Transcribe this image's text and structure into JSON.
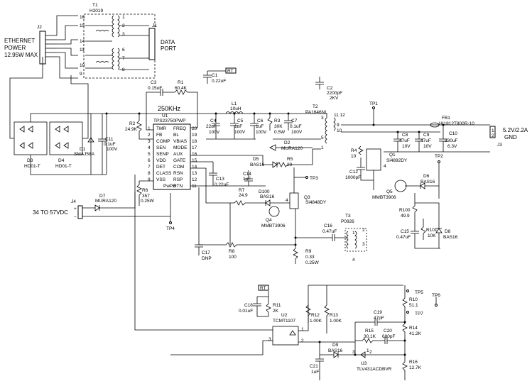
{
  "labels": {
    "ethernet_power": [
      "ETHERNET",
      "POWER",
      "12.95W MAX"
    ],
    "data_port": [
      "DATA",
      "PORT"
    ],
    "output": [
      "5.2V/2.2A",
      "GND"
    ],
    "input": "34 TO 57VDC"
  },
  "transformer_t1": {
    "ref": "T1",
    "part": "H2019",
    "pins_left": [
      "16",
      "15",
      "14",
      "11",
      "10",
      "9"
    ],
    "pins_right": [
      "1",
      "2",
      "3",
      "6",
      "7",
      "8"
    ]
  },
  "connectors": {
    "j1": "J1",
    "j2": "J2",
    "j3": "J3",
    "j4": "J4"
  },
  "controller": {
    "ref": "U1",
    "part": "TPS23750PWP",
    "pins_left": [
      [
        "1",
        "TMR"
      ],
      [
        "2",
        "FB"
      ],
      [
        "3",
        "COMP"
      ],
      [
        "4",
        "SEN"
      ],
      [
        "5",
        "SENP"
      ],
      [
        "6",
        "VDD"
      ],
      [
        "7",
        "DET"
      ],
      [
        "8",
        "CLASS"
      ],
      [
        "9",
        "VSS"
      ],
      [
        "",
        "PwPd"
      ]
    ],
    "pins_right": [
      [
        "20",
        "FREQ"
      ],
      [
        "19",
        "BL"
      ],
      [
        "18",
        "VBIAS"
      ],
      [
        "17",
        "MODE"
      ],
      [
        "16",
        "AUX"
      ],
      [
        "15",
        "GATE"
      ],
      [
        "14",
        "COM"
      ],
      [
        "13",
        "RSN"
      ],
      [
        "12",
        "RSP"
      ],
      [
        "11",
        "RTN"
      ]
    ]
  },
  "freq": "250KHz",
  "components": {
    "c3": [
      "C3",
      "0.15uF"
    ],
    "r1": [
      "R1",
      "60.4K"
    ],
    "c1": [
      "C1",
      "0.22uF"
    ],
    "c2": [
      "C2",
      "2200pF",
      "2KV"
    ],
    "l1": [
      "L1",
      "10uH"
    ],
    "t2": [
      "T2",
      "PA1646NL"
    ],
    "r2": [
      "R2",
      "24.9K"
    ],
    "c4": [
      "C4",
      "22uF",
      "100V"
    ],
    "c5": [
      "C5",
      "1uF",
      "100V"
    ],
    "c6": [
      "C6",
      "1uF",
      "100V"
    ],
    "r3": [
      "R3",
      "30K",
      "0.5W"
    ],
    "c7": [
      "C7",
      "0.1uF",
      "100V"
    ],
    "d2": [
      "D2",
      "MURA120"
    ],
    "d5": [
      "D5",
      "BAS16"
    ],
    "r5": [
      "R5",
      "20"
    ],
    "c11": [
      "C11",
      "0.1uF",
      "100V"
    ],
    "d1": [
      "D1",
      "SMAJ58A"
    ],
    "d3": [
      "D3",
      "HD01-T"
    ],
    "d4": [
      "D4",
      "HD01-T"
    ],
    "c13": [
      "C13",
      "0.22uF"
    ],
    "c14": [
      "C14",
      "1uF"
    ],
    "r7": [
      "R7",
      "24.9"
    ],
    "d100": [
      "D100",
      "BAS16"
    ],
    "q3": [
      "Q3",
      "Si4848DY"
    ],
    "q4": [
      "Q4",
      "MMBT3906"
    ],
    "r6": [
      "R6",
      "357",
      "0.25W"
    ],
    "d7": [
      "D7",
      "MURA120"
    ],
    "c17": [
      "C17",
      "DNP"
    ],
    "r8": [
      "R8",
      "100"
    ],
    "r9": [
      "R9",
      "0.33",
      "0.25W"
    ],
    "c16": [
      "C16",
      "0.47uF"
    ],
    "t3": [
      "T3",
      "P0926"
    ],
    "fb1": [
      "FB1",
      "HI1812T800R-10"
    ],
    "c8": [
      "C8",
      "47uF",
      "10V"
    ],
    "c9": [
      "C9",
      "47uF",
      "10V"
    ],
    "c10": [
      "C10",
      "330uF",
      "6.3V"
    ],
    "r4": [
      "R4",
      "10"
    ],
    "c12": [
      "C12",
      "1000pF"
    ],
    "q1": [
      "Q1",
      "Si4892DY"
    ],
    "d6": [
      "D6",
      "BAS16"
    ],
    "q5": [
      "Q5",
      "MMBT3906"
    ],
    "r100": [
      "R100",
      "49.9"
    ],
    "c15": [
      "C15",
      "0.47uF"
    ],
    "r101": [
      "R101",
      "10K"
    ],
    "d8": [
      "D8",
      "BAS16"
    ],
    "c18": [
      "C18",
      "0.01uF"
    ],
    "r11": [
      "R11",
      "2K"
    ],
    "u2": [
      "U2",
      "TCMT1107"
    ],
    "r12": [
      "R12",
      "1.00K"
    ],
    "r13": [
      "R13",
      "1.00K"
    ],
    "c19": [
      "C19",
      "47pF"
    ],
    "r15": [
      "R15",
      "30.1K"
    ],
    "c20": [
      "C20",
      "680pF"
    ],
    "r10": [
      "R10",
      "51.1"
    ],
    "r14": [
      "R14",
      "41.2K"
    ],
    "r16": [
      "R16",
      "12.7K"
    ],
    "d9": [
      "D9",
      "BAS16"
    ],
    "c21": [
      "C21",
      "1uF"
    ],
    "u3": [
      "U3",
      "TLV431ACDBVR"
    ]
  },
  "testpoints": {
    "tp1": "TP1",
    "tp2": "TP2",
    "tp3": "TP3",
    "tp4": "TP4",
    "tp5": "TP5",
    "tp6": "TP6",
    "tp7": "TP7"
  },
  "flags": {
    "rt1": "RT",
    "rt2": "RT"
  }
}
